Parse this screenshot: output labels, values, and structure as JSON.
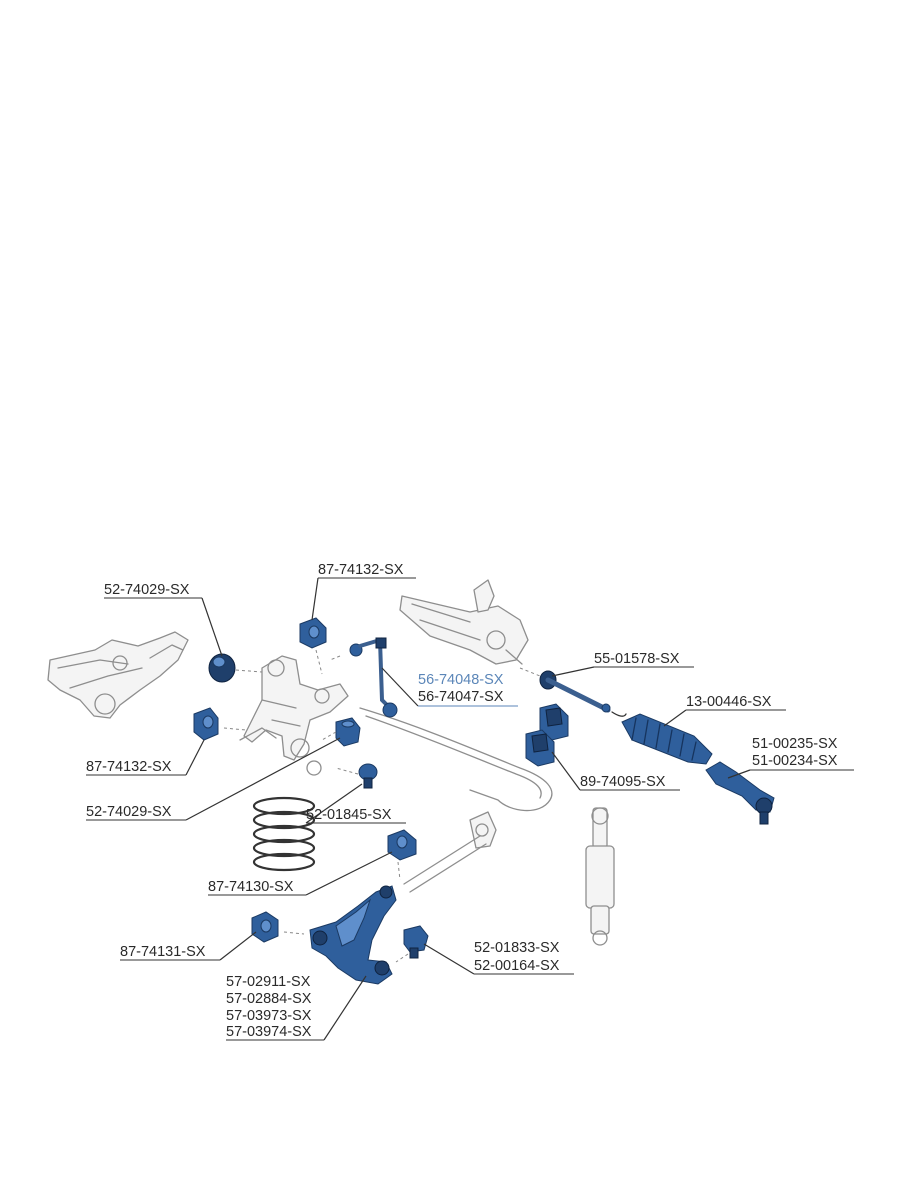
{
  "labels": {
    "upper_left_bushing": "52-74029-SX",
    "upper_right_bushing": "87-74132-SX",
    "stab_link_a": "56-74048-SX",
    "stab_link_b": "56-74047-SX",
    "inner_tie_rod": "55-01578-SX",
    "rack_boot": "13-00446-SX",
    "outer_tie_rod_a": "51-00235-SX",
    "outer_tie_rod_b": "51-00234-SX",
    "left_mid_bushing": "87-74132-SX",
    "sway_bar_bushing": "89-74095-SX",
    "lower_mount": "52-74029-SX",
    "ball_joint_upper": "52-01845-SX",
    "control_arm_rear_bushing": "87-74130-SX",
    "control_arm_front_bushing": "87-74131-SX",
    "lower_ball_joint_a": "52-01833-SX",
    "lower_ball_joint_b": "52-00164-SX",
    "control_arm_a": "57-02911-SX",
    "control_arm_b": "57-02884-SX",
    "control_arm_c": "57-03973-SX",
    "control_arm_d": "57-03974-SX"
  },
  "colors": {
    "part": "#2f5f9c",
    "highlight_label": "#5b86b8",
    "text": "#2a2a2a",
    "outline": "#8e8e8e"
  }
}
